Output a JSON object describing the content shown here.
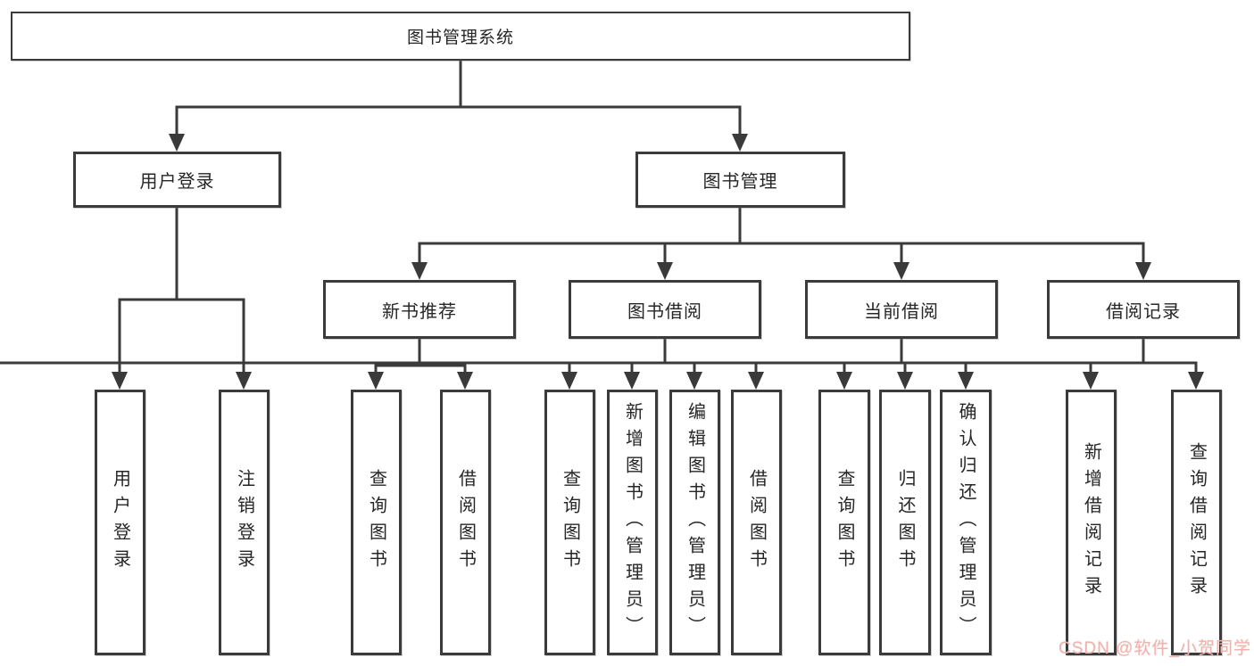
{
  "tree": {
    "label": "图书管理系统",
    "children": [
      {
        "label": "用户登录",
        "children": [
          {
            "label": "用户登录"
          },
          {
            "label": "注销登录"
          }
        ]
      },
      {
        "label": "图书管理",
        "children": [
          {
            "label": "新书推荐",
            "children": [
              {
                "label": "查询图书"
              },
              {
                "label": "借阅图书"
              }
            ]
          },
          {
            "label": "图书借阅",
            "children": [
              {
                "label": "查询图书"
              },
              {
                "label": "新增图书（管理员）"
              },
              {
                "label": "编辑图书（管理员）"
              },
              {
                "label": "借阅图书"
              }
            ]
          },
          {
            "label": "当前借阅",
            "children": [
              {
                "label": "查询图书"
              },
              {
                "label": "归还图书"
              },
              {
                "label": "确认归还（管理员）"
              }
            ]
          },
          {
            "label": "借阅记录",
            "children": [
              {
                "label": "新增借阅记录"
              },
              {
                "label": "查询借阅记录"
              }
            ]
          }
        ]
      }
    ]
  },
  "watermark": {
    "text": "CSDN @软件_小贺同学"
  },
  "colors": {
    "line": "#3a3a3a",
    "box_border": "#3b3b3b",
    "box_fill": "#ffffff",
    "text": "#262626",
    "watermark": "#efb3ae",
    "background": "#ffffff"
  }
}
